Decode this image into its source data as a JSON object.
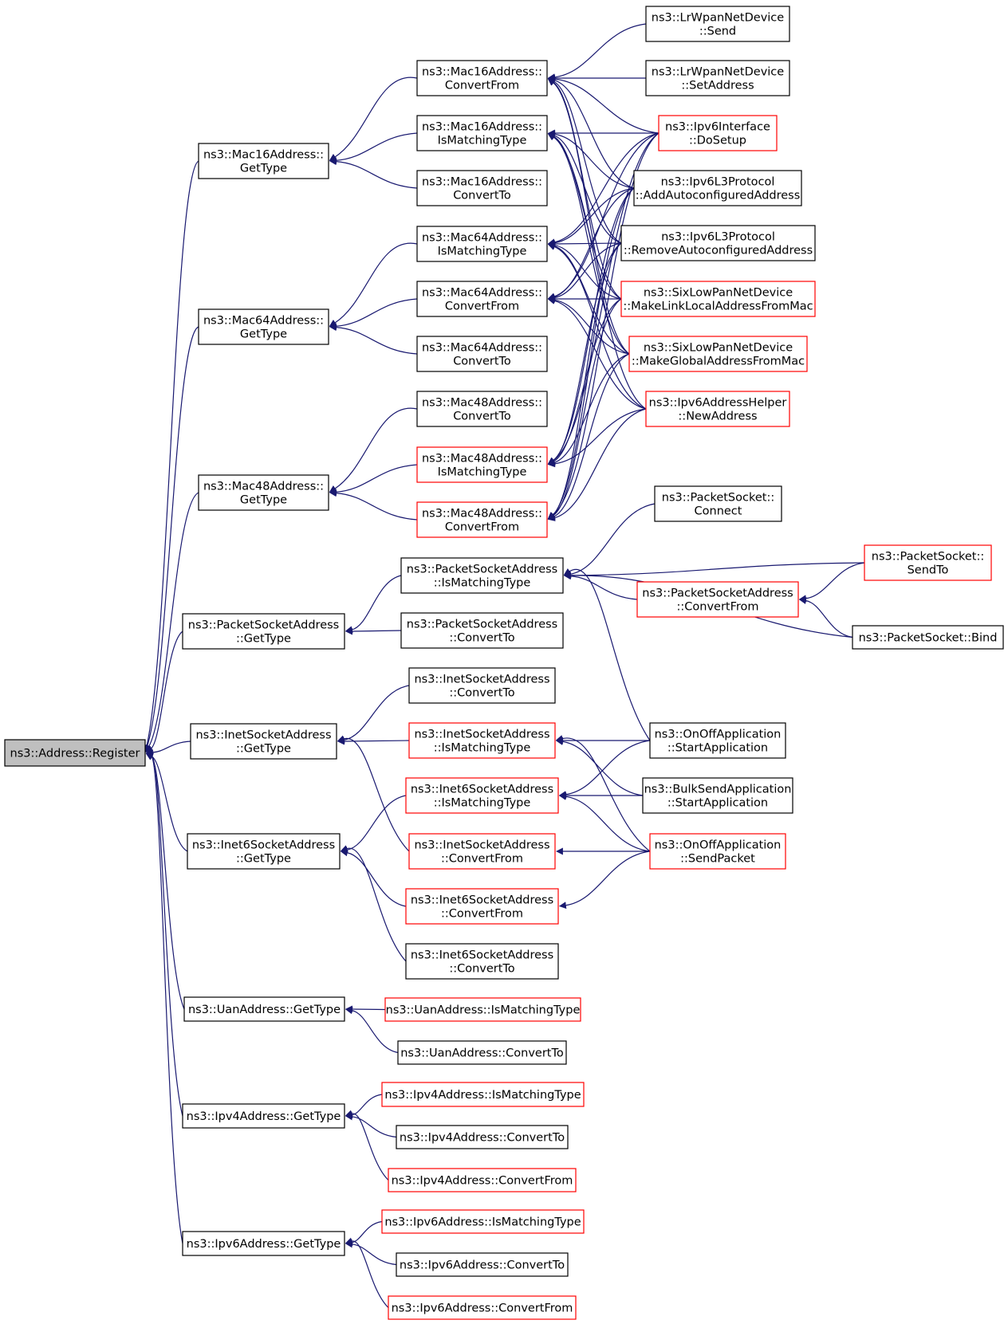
{
  "diagram": {
    "kind": "doxygen caller graph",
    "colors": {
      "edge": "#191970",
      "border_default": "#000000",
      "border_truncated": "#ff0000",
      "root_fill": "#bfbfbf",
      "node_fill": "#ffffff"
    },
    "nodes": [
      {
        "id": "root",
        "lines": [
          "ns3::Address::Register"
        ],
        "border": "black",
        "root": true
      },
      {
        "id": "m16_gt",
        "lines": [
          "ns3::Mac16Address::",
          "GetType"
        ],
        "border": "black"
      },
      {
        "id": "m64_gt",
        "lines": [
          "ns3::Mac64Address::",
          "GetType"
        ],
        "border": "black"
      },
      {
        "id": "m48_gt",
        "lines": [
          "ns3::Mac48Address::",
          "GetType"
        ],
        "border": "black"
      },
      {
        "id": "psa_gt",
        "lines": [
          "ns3::PacketSocketAddress",
          "::GetType"
        ],
        "border": "black"
      },
      {
        "id": "isa_gt",
        "lines": [
          "ns3::InetSocketAddress",
          "::GetType"
        ],
        "border": "black"
      },
      {
        "id": "i6sa_gt",
        "lines": [
          "ns3::Inet6SocketAddress",
          "::GetType"
        ],
        "border": "black"
      },
      {
        "id": "uan_gt",
        "lines": [
          "ns3::UanAddress::GetType"
        ],
        "border": "black"
      },
      {
        "id": "ip4_gt",
        "lines": [
          "ns3::Ipv4Address::GetType"
        ],
        "border": "black"
      },
      {
        "id": "ip6_gt",
        "lines": [
          "ns3::Ipv6Address::GetType"
        ],
        "border": "black"
      },
      {
        "id": "m16_cf",
        "lines": [
          "ns3::Mac16Address::",
          "ConvertFrom"
        ],
        "border": "black"
      },
      {
        "id": "m16_im",
        "lines": [
          "ns3::Mac16Address::",
          "IsMatchingType"
        ],
        "border": "black"
      },
      {
        "id": "m16_ct",
        "lines": [
          "ns3::Mac16Address::",
          "ConvertTo"
        ],
        "border": "black"
      },
      {
        "id": "m64_im",
        "lines": [
          "ns3::Mac64Address::",
          "IsMatchingType"
        ],
        "border": "black"
      },
      {
        "id": "m64_cf",
        "lines": [
          "ns3::Mac64Address::",
          "ConvertFrom"
        ],
        "border": "black"
      },
      {
        "id": "m64_ct",
        "lines": [
          "ns3::Mac64Address::",
          "ConvertTo"
        ],
        "border": "black"
      },
      {
        "id": "m48_ct",
        "lines": [
          "ns3::Mac48Address::",
          "ConvertTo"
        ],
        "border": "black"
      },
      {
        "id": "m48_im",
        "lines": [
          "ns3::Mac48Address::",
          "IsMatchingType"
        ],
        "border": "red"
      },
      {
        "id": "m48_cf",
        "lines": [
          "ns3::Mac48Address::",
          "ConvertFrom"
        ],
        "border": "red"
      },
      {
        "id": "psa_im",
        "lines": [
          "ns3::PacketSocketAddress",
          "::IsMatchingType"
        ],
        "border": "black"
      },
      {
        "id": "psa_ct",
        "lines": [
          "ns3::PacketSocketAddress",
          "::ConvertTo"
        ],
        "border": "black"
      },
      {
        "id": "isa_ct",
        "lines": [
          "ns3::InetSocketAddress",
          "::ConvertTo"
        ],
        "border": "black"
      },
      {
        "id": "isa_im",
        "lines": [
          "ns3::InetSocketAddress",
          "::IsMatchingType"
        ],
        "border": "red"
      },
      {
        "id": "i6sa_im",
        "lines": [
          "ns3::Inet6SocketAddress",
          "::IsMatchingType"
        ],
        "border": "red"
      },
      {
        "id": "isa_cf",
        "lines": [
          "ns3::InetSocketAddress",
          "::ConvertFrom"
        ],
        "border": "red"
      },
      {
        "id": "i6sa_cf",
        "lines": [
          "ns3::Inet6SocketAddress",
          "::ConvertFrom"
        ],
        "border": "red"
      },
      {
        "id": "i6sa_ct",
        "lines": [
          "ns3::Inet6SocketAddress",
          "::ConvertTo"
        ],
        "border": "black"
      },
      {
        "id": "uan_im",
        "lines": [
          "ns3::UanAddress::IsMatchingType"
        ],
        "border": "red"
      },
      {
        "id": "uan_ct",
        "lines": [
          "ns3::UanAddress::ConvertTo"
        ],
        "border": "black"
      },
      {
        "id": "ip4_im",
        "lines": [
          "ns3::Ipv4Address::IsMatchingType"
        ],
        "border": "red"
      },
      {
        "id": "ip4_ct",
        "lines": [
          "ns3::Ipv4Address::ConvertTo"
        ],
        "border": "black"
      },
      {
        "id": "ip4_cf",
        "lines": [
          "ns3::Ipv4Address::ConvertFrom"
        ],
        "border": "red"
      },
      {
        "id": "ip6_im",
        "lines": [
          "ns3::Ipv6Address::IsMatchingType"
        ],
        "border": "red"
      },
      {
        "id": "ip6_ct",
        "lines": [
          "ns3::Ipv6Address::ConvertTo"
        ],
        "border": "black"
      },
      {
        "id": "ip6_cf",
        "lines": [
          "ns3::Ipv6Address::ConvertFrom"
        ],
        "border": "red"
      },
      {
        "id": "lr_send",
        "lines": [
          "ns3::LrWpanNetDevice",
          "::Send"
        ],
        "border": "black"
      },
      {
        "id": "lr_set",
        "lines": [
          "ns3::LrWpanNetDevice",
          "::SetAddress"
        ],
        "border": "black"
      },
      {
        "id": "ipv6if",
        "lines": [
          "ns3::Ipv6Interface",
          "::DoSetup"
        ],
        "border": "red"
      },
      {
        "id": "l3_add",
        "lines": [
          "ns3::Ipv6L3Protocol",
          "::AddAutoconfiguredAddress"
        ],
        "border": "black"
      },
      {
        "id": "l3_rem",
        "lines": [
          "ns3::Ipv6L3Protocol",
          "::RemoveAutoconfiguredAddress"
        ],
        "border": "black"
      },
      {
        "id": "sl_ll",
        "lines": [
          "ns3::SixLowPanNetDevice",
          "::MakeLinkLocalAddressFromMac"
        ],
        "border": "red"
      },
      {
        "id": "sl_gl",
        "lines": [
          "ns3::SixLowPanNetDevice",
          "::MakeGlobalAddressFromMac"
        ],
        "border": "red"
      },
      {
        "id": "v6help",
        "lines": [
          "ns3::Ipv6AddressHelper",
          "::NewAddress"
        ],
        "border": "red"
      },
      {
        "id": "ps_conn",
        "lines": [
          "ns3::PacketSocket::",
          "Connect"
        ],
        "border": "black"
      },
      {
        "id": "ps_sendto",
        "lines": [
          "ns3::PacketSocket::",
          "SendTo"
        ],
        "border": "red"
      },
      {
        "id": "psa_cf",
        "lines": [
          "ns3::PacketSocketAddress",
          "::ConvertFrom"
        ],
        "border": "red"
      },
      {
        "id": "ps_bind",
        "lines": [
          "ns3::PacketSocket::Bind"
        ],
        "border": "black"
      },
      {
        "id": "onoff_start",
        "lines": [
          "ns3::OnOffApplication",
          "::StartApplication"
        ],
        "border": "black"
      },
      {
        "id": "bulk_start",
        "lines": [
          "ns3::BulkSendApplication",
          "::StartApplication"
        ],
        "border": "black"
      },
      {
        "id": "onoff_send",
        "lines": [
          "ns3::OnOffApplication",
          "::SendPacket"
        ],
        "border": "red"
      }
    ],
    "edges": [
      [
        "root",
        "m16_gt"
      ],
      [
        "root",
        "m64_gt"
      ],
      [
        "root",
        "m48_gt"
      ],
      [
        "root",
        "psa_gt"
      ],
      [
        "root",
        "isa_gt"
      ],
      [
        "root",
        "i6sa_gt"
      ],
      [
        "root",
        "uan_gt"
      ],
      [
        "root",
        "ip4_gt"
      ],
      [
        "root",
        "ip6_gt"
      ],
      [
        "m16_gt",
        "m16_cf"
      ],
      [
        "m16_gt",
        "m16_im"
      ],
      [
        "m16_gt",
        "m16_ct"
      ],
      [
        "m64_gt",
        "m64_im"
      ],
      [
        "m64_gt",
        "m64_cf"
      ],
      [
        "m64_gt",
        "m64_ct"
      ],
      [
        "m48_gt",
        "m48_ct"
      ],
      [
        "m48_gt",
        "m48_im"
      ],
      [
        "m48_gt",
        "m48_cf"
      ],
      [
        "psa_gt",
        "psa_im"
      ],
      [
        "psa_gt",
        "psa_ct"
      ],
      [
        "isa_gt",
        "isa_ct"
      ],
      [
        "isa_gt",
        "isa_im"
      ],
      [
        "isa_gt",
        "isa_cf"
      ],
      [
        "i6sa_gt",
        "i6sa_im"
      ],
      [
        "i6sa_gt",
        "i6sa_cf"
      ],
      [
        "i6sa_gt",
        "i6sa_ct"
      ],
      [
        "uan_gt",
        "uan_im"
      ],
      [
        "uan_gt",
        "uan_ct"
      ],
      [
        "ip4_gt",
        "ip4_im"
      ],
      [
        "ip4_gt",
        "ip4_ct"
      ],
      [
        "ip4_gt",
        "ip4_cf"
      ],
      [
        "ip6_gt",
        "ip6_im"
      ],
      [
        "ip6_gt",
        "ip6_ct"
      ],
      [
        "ip6_gt",
        "ip6_cf"
      ],
      [
        "m16_cf",
        "lr_send"
      ],
      [
        "m16_cf",
        "lr_set"
      ],
      [
        "m16_cf",
        "ipv6if"
      ],
      [
        "m16_cf",
        "l3_add"
      ],
      [
        "m16_cf",
        "l3_rem"
      ],
      [
        "m16_cf",
        "sl_ll"
      ],
      [
        "m16_cf",
        "sl_gl"
      ],
      [
        "m16_im",
        "ipv6if"
      ],
      [
        "m16_im",
        "l3_add"
      ],
      [
        "m16_im",
        "l3_rem"
      ],
      [
        "m16_im",
        "sl_ll"
      ],
      [
        "m16_im",
        "sl_gl"
      ],
      [
        "m16_im",
        "v6help"
      ],
      [
        "m64_im",
        "ipv6if"
      ],
      [
        "m64_im",
        "l3_add"
      ],
      [
        "m64_im",
        "l3_rem"
      ],
      [
        "m64_im",
        "sl_ll"
      ],
      [
        "m64_im",
        "sl_gl"
      ],
      [
        "m64_im",
        "v6help"
      ],
      [
        "m64_cf",
        "ipv6if"
      ],
      [
        "m64_cf",
        "l3_add"
      ],
      [
        "m64_cf",
        "l3_rem"
      ],
      [
        "m64_cf",
        "sl_ll"
      ],
      [
        "m64_cf",
        "sl_gl"
      ],
      [
        "m64_cf",
        "v6help"
      ],
      [
        "m48_im",
        "ipv6if"
      ],
      [
        "m48_im",
        "l3_add"
      ],
      [
        "m48_im",
        "l3_rem"
      ],
      [
        "m48_im",
        "sl_ll"
      ],
      [
        "m48_im",
        "sl_gl"
      ],
      [
        "m48_im",
        "v6help"
      ],
      [
        "m48_cf",
        "ipv6if"
      ],
      [
        "m48_cf",
        "l3_add"
      ],
      [
        "m48_cf",
        "l3_rem"
      ],
      [
        "m48_cf",
        "sl_ll"
      ],
      [
        "m48_cf",
        "sl_gl"
      ],
      [
        "m48_cf",
        "v6help"
      ],
      [
        "psa_im",
        "ps_conn"
      ],
      [
        "psa_im",
        "ps_sendto"
      ],
      [
        "psa_im",
        "psa_cf"
      ],
      [
        "psa_im",
        "ps_bind"
      ],
      [
        "psa_im",
        "onoff_start"
      ],
      [
        "psa_cf",
        "ps_sendto"
      ],
      [
        "psa_cf",
        "ps_bind"
      ],
      [
        "isa_im",
        "onoff_start"
      ],
      [
        "isa_im",
        "bulk_start"
      ],
      [
        "isa_im",
        "onoff_send"
      ],
      [
        "i6sa_im",
        "onoff_start"
      ],
      [
        "i6sa_im",
        "bulk_start"
      ],
      [
        "i6sa_im",
        "onoff_send"
      ],
      [
        "isa_cf",
        "onoff_send"
      ],
      [
        "i6sa_cf",
        "onoff_send"
      ]
    ]
  }
}
